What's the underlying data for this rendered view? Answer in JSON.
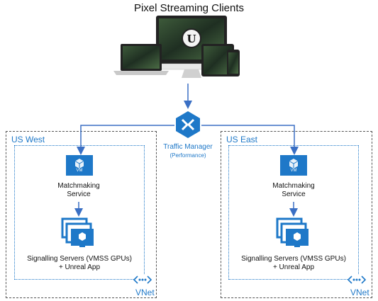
{
  "title": "Pixel Streaming Clients",
  "traffic_manager": {
    "label": "Traffic Manager",
    "sublabel": "(Performance)"
  },
  "regions": [
    {
      "name": "US West",
      "vnet_label": "VNet",
      "vm_badge": "VM",
      "matchmaking_line1": "Matchmaking",
      "matchmaking_line2": "Service",
      "signalling_line1": "Signalling Servers (VMSS GPUs)",
      "signalling_line2": "+ Unreal App"
    },
    {
      "name": "US East",
      "vnet_label": "VNet",
      "vm_badge": "VM",
      "matchmaking_line1": "Matchmaking",
      "matchmaking_line2": "Service",
      "signalling_line1": "Signalling Servers (VMSS GPUs)",
      "signalling_line2": "+ Unreal App"
    }
  ],
  "colors": {
    "azure_blue": "#1e78c8",
    "arrow_blue": "#3a6fc4",
    "border_gray": "#555555"
  },
  "icons": {
    "devices": "devices-icon",
    "traffic_manager": "traffic-manager-icon",
    "vm": "vm-icon",
    "vmss": "vmss-icon",
    "vnet": "vnet-icon"
  }
}
